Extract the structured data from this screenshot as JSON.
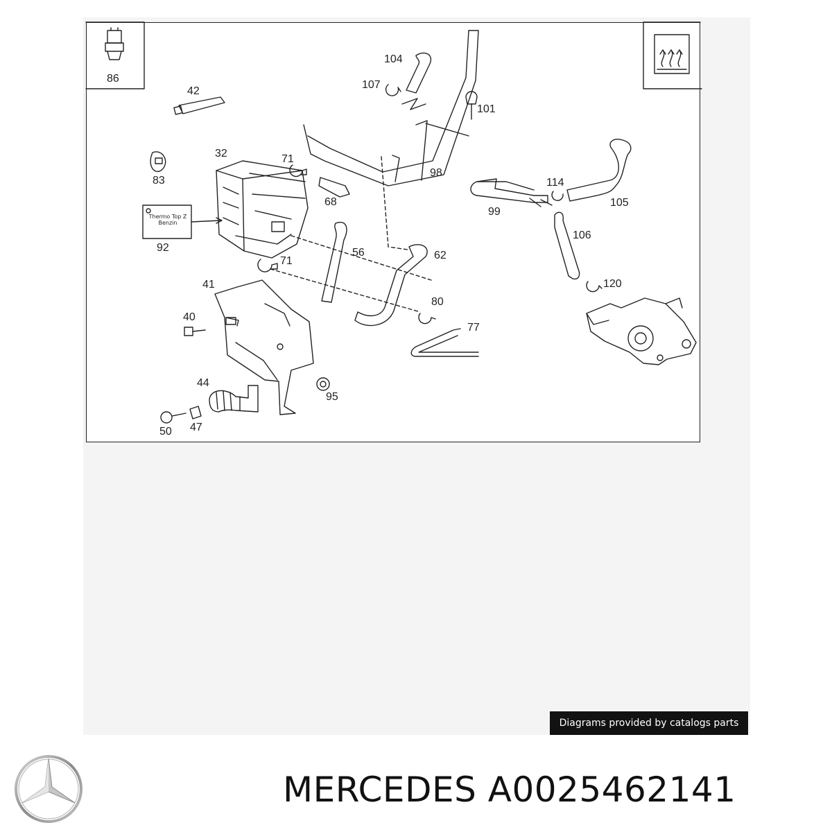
{
  "diagram": {
    "callouts": [
      {
        "id": "86",
        "label": "86"
      },
      {
        "id": "104",
        "label": "104"
      },
      {
        "id": "107",
        "label": "107"
      },
      {
        "id": "101",
        "label": "101"
      },
      {
        "id": "42",
        "label": "42"
      },
      {
        "id": "32",
        "label": "32"
      },
      {
        "id": "71a",
        "label": "71"
      },
      {
        "id": "98",
        "label": "98"
      },
      {
        "id": "83",
        "label": "83"
      },
      {
        "id": "68",
        "label": "68"
      },
      {
        "id": "114",
        "label": "114"
      },
      {
        "id": "99",
        "label": "99"
      },
      {
        "id": "105",
        "label": "105"
      },
      {
        "id": "92",
        "label": "92"
      },
      {
        "id": "106",
        "label": "106"
      },
      {
        "id": "56",
        "label": "56"
      },
      {
        "id": "62",
        "label": "62"
      },
      {
        "id": "71b",
        "label": "71"
      },
      {
        "id": "41",
        "label": "41"
      },
      {
        "id": "120",
        "label": "120"
      },
      {
        "id": "80",
        "label": "80"
      },
      {
        "id": "40",
        "label": "40"
      },
      {
        "id": "77",
        "label": "77"
      },
      {
        "id": "44",
        "label": "44"
      },
      {
        "id": "95",
        "label": "95"
      },
      {
        "id": "50",
        "label": "50"
      },
      {
        "id": "47",
        "label": "47"
      }
    ],
    "warning_label": {
      "line1": "Thermo Top Z",
      "line2": "Benzin"
    }
  },
  "credit": "Diagrams provided by catalogs parts",
  "title": {
    "brand": "MERCEDES",
    "part_number": "A0025462141"
  },
  "logo_icon": "mercedes-star-icon",
  "colors": {
    "line": "#222222",
    "badge_bg": "#121212",
    "backdrop": "#f4f4f4"
  }
}
